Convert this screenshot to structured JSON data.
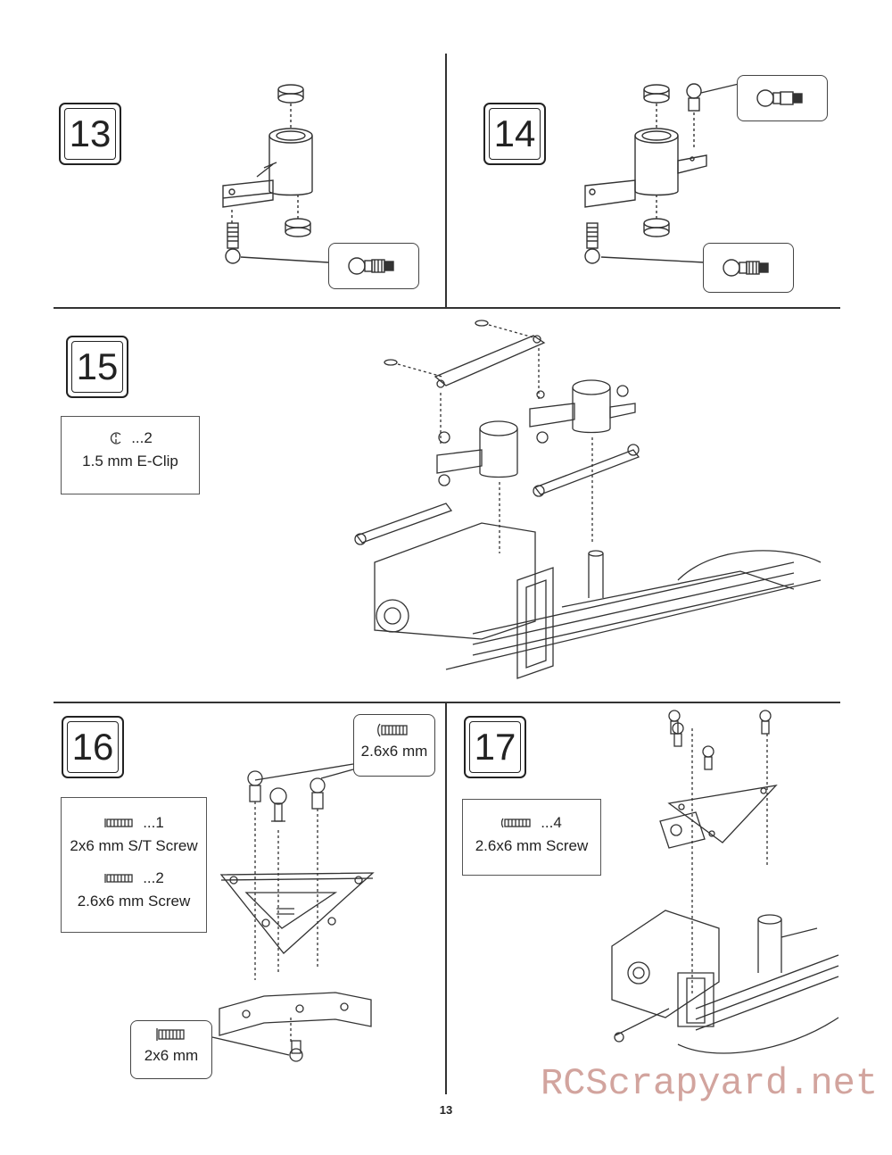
{
  "steps": {
    "s13": {
      "number": "13",
      "callout_icon": "ball-stud-icon"
    },
    "s14": {
      "number": "14",
      "callout_top_icon": "ball-stud-icon",
      "callout_bottom_icon": "ball-stud-icon"
    },
    "s15": {
      "number": "15",
      "parts": [
        {
          "icon": "e-clip-icon",
          "qty": "...2",
          "label": "1.5 mm E-Clip"
        }
      ]
    },
    "s16": {
      "number": "16",
      "parts": [
        {
          "icon": "screw-icon",
          "qty": "...1",
          "label": "2x6 mm S/T Screw"
        },
        {
          "icon": "screw-icon",
          "qty": "...2",
          "label": "2.6x6 mm Screw"
        }
      ],
      "callout_top": "2.6x6 mm",
      "callout_bottom": "2x6 mm"
    },
    "s17": {
      "number": "17",
      "parts": [
        {
          "icon": "screw-icon",
          "qty": "...4",
          "label": "2.6x6 mm Screw"
        }
      ]
    }
  },
  "page_number": "13",
  "watermark": "RCScrapyard.net",
  "colors": {
    "line": "#333333",
    "watermark": "#d2a49e"
  }
}
